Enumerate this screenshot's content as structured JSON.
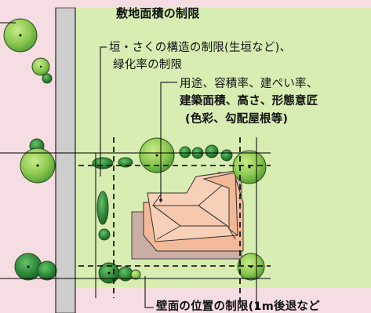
{
  "title": "敷地面積の制限",
  "labels": {
    "fence": [
      "垣・さくの構造の制限(生垣など)、",
      "緑化率の制限"
    ],
    "building": [
      "用途、容積率、建ぺい率、",
      "建築面積、高さ、形態意匠",
      "(色彩、勾配屋根等)"
    ],
    "setback": "壁面の位置の制限(1m後退など"
  },
  "colors": {
    "background": "#f6dde3",
    "site_green": "#d7edb2",
    "road_gray": "#cdcdcd",
    "building_roof": "#f5c3a6",
    "building_shadow": "#cbaea6",
    "tree_dark": "#2e8a3a",
    "tree_light": "#8ac74e"
  }
}
